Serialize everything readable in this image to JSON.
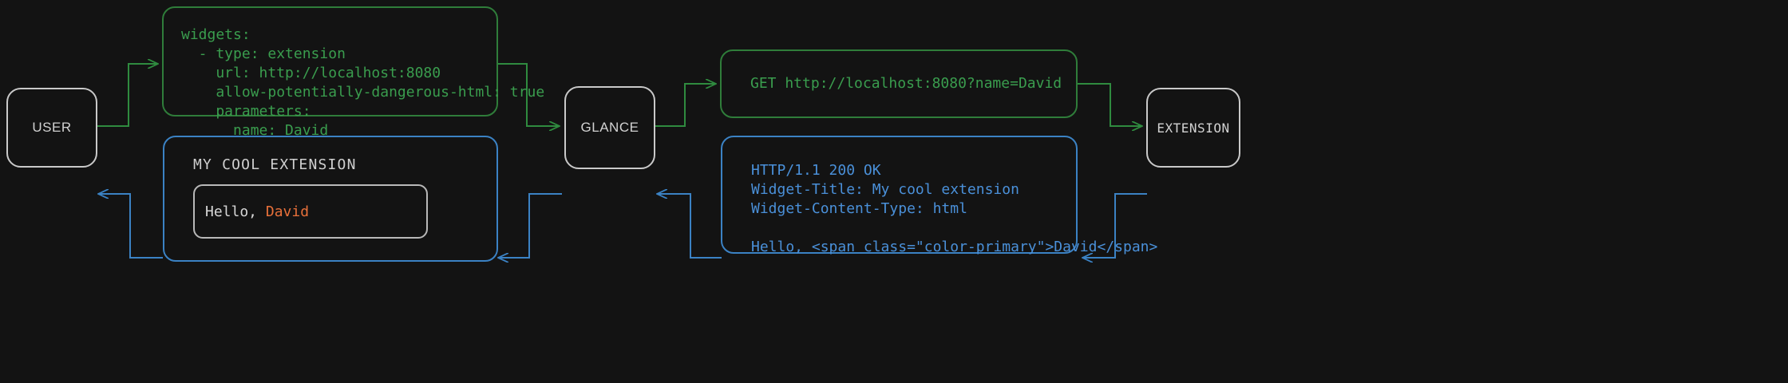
{
  "colors": {
    "background": "#131313",
    "node_border": "#c9c9c9",
    "node_text": "#d2d2d2",
    "request_green": "#3a9d4e",
    "request_green_border": "#2f7d3a",
    "response_blue": "#4a90d9",
    "response_blue_border": "#3b82c4",
    "accent_orange": "#e8703a",
    "widget_text": "#d8d8d8"
  },
  "nodes": {
    "user": {
      "label": "USER"
    },
    "glance": {
      "label": "GLANCE"
    },
    "extension": {
      "label": "EXTENSION"
    }
  },
  "messages": {
    "config_yaml": {
      "text": "widgets:\n  - type: extension\n    url: http://localhost:8080\n    allow-potentially-dangerous-html: true\n    parameters:\n      name: David"
    },
    "http_request": {
      "text": "GET http://localhost:8080?name=David"
    },
    "http_response": {
      "line1": "HTTP/1.1 200 OK",
      "line2": "Widget-Title: My cool extension",
      "line3": "Widget-Content-Type: html",
      "line4": "",
      "line5": "Hello, <span class=\"color-primary\">David</span>"
    },
    "rendered_widget": {
      "title": "MY COOL EXTENSION",
      "body_prefix": "Hello, ",
      "body_accent": "David"
    }
  },
  "edges": {
    "user_to_config": {
      "label": "",
      "color": "#3a9d4e",
      "direction": "right"
    },
    "config_to_glance": {
      "label": "",
      "color": "#3a9d4e",
      "direction": "right"
    },
    "glance_to_request": {
      "label": "",
      "color": "#3a9d4e",
      "direction": "right"
    },
    "request_to_extension": {
      "label": "",
      "color": "#3a9d4e",
      "direction": "right"
    },
    "extension_to_response": {
      "label": "",
      "color": "#4a90d9",
      "direction": "left"
    },
    "response_to_glance": {
      "label": "",
      "color": "#4a90d9",
      "direction": "left"
    },
    "glance_to_widget": {
      "label": "",
      "color": "#4a90d9",
      "direction": "left"
    },
    "widget_to_user": {
      "label": "",
      "color": "#4a90d9",
      "direction": "left"
    }
  }
}
